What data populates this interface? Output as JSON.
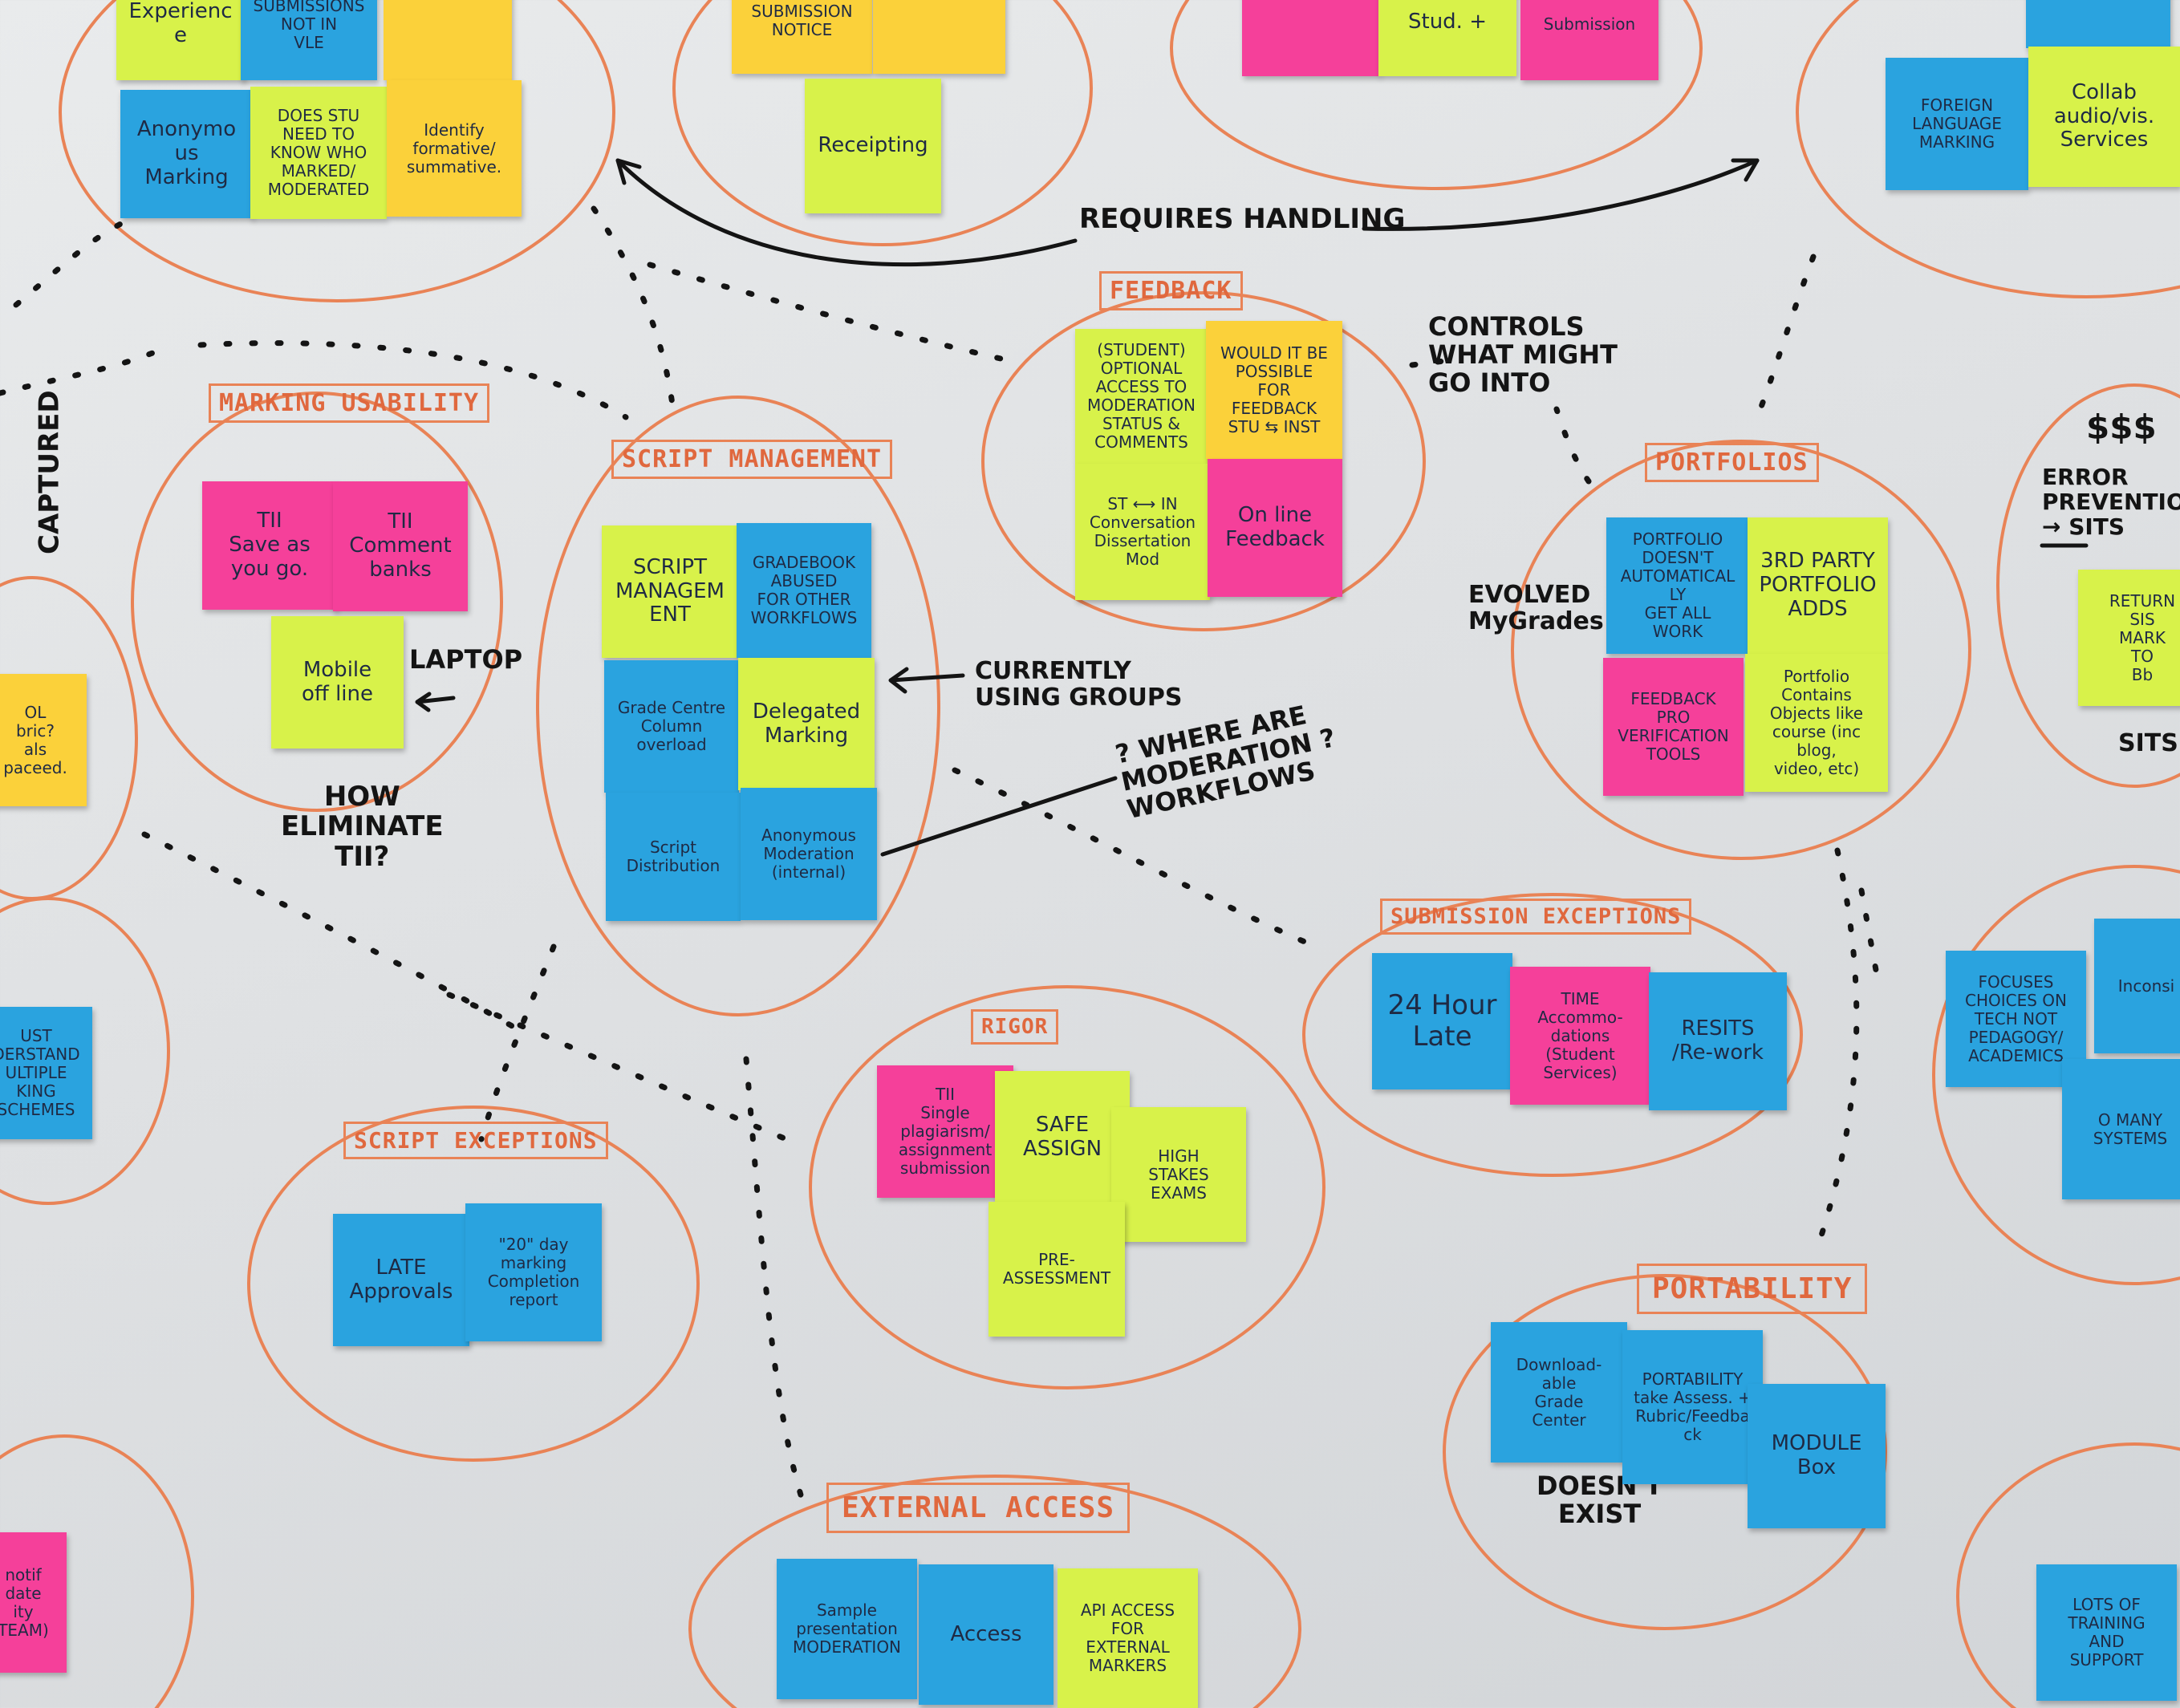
{
  "clusters": {
    "marking_usability": "MARKING USABILITY",
    "script_management": "SCRIPT MANAGEMENT",
    "feedback": "FEEDBACK",
    "portfolios": "PORTFOLIOS",
    "rigor": "RIGOR",
    "submission_exceptions": "SUBMISSION EXCEPTIONS",
    "script_exceptions": "SCRIPT EXCEPTIONS",
    "portability": "PORTABILITY",
    "external_access": "EXTERNAL ACCESS"
  },
  "annotations": {
    "requires_handling": "REQUIRES HANDLING",
    "controls": "CONTROLS\nWHAT MIGHT\nGO INTO",
    "captured": "CAPTURED",
    "currently_using_groups": "CURRENTLY\nUSING GROUPS",
    "where_moderation": "? WHERE ARE\nMODERATION ?\nWORKFLOWS",
    "how_eliminate": "HOW\nELIMINATE\nTII?",
    "laptop": "LAPTOP",
    "evolved_mygrades": "EVOLVED\nMyGrades",
    "doesnt_exist": "DOESN'T\nEXIST",
    "money": "$$$",
    "error_prevention": "ERROR\nPREVENTION\n→ SITS",
    "sits": "SITS"
  },
  "notes": {
    "experience": "Experience",
    "submissions_not_in_vle": "SUBMISSIONS\nNOT IN\nVLE",
    "anonymous_marking": "Anonymous\nMarking",
    "does_stu_need": "DOES STU\nNEED TO\nKNOW WHO\nMARKED/\nMODERATED",
    "identify_formative": "Identify\nformative/\nsummative.",
    "submission_notice": "SUBMISSION\nNOTICE",
    "receipting": "Receipting",
    "stud_plus": "Stud. +",
    "submission": "Submission",
    "foreign_language_marking": "FOREIGN\nLANGUAGE\nMARKING",
    "collab_services": "Collab\naudio/vis.\nServices",
    "tii_save": "TII\nSave as\nyou go.",
    "tii_comment": "TII\nComment\nbanks",
    "mobile_offline": "Mobile\noff line",
    "script_management_note": "SCRIPT\nMANAGEMENT",
    "gradebook_abused": "GRADEBOOK\nABUSED\nFOR OTHER\nWORKFLOWS",
    "grade_centre_overload": "Grade Centre\nColumn\noverload",
    "delegated_marking": "Delegated\nMarking",
    "script_distribution": "Script\nDistribution",
    "anonymous_moderation": "Anonymous\nModeration\n(internal)",
    "optional_access": "(STUDENT)\nOPTIONAL\nACCESS TO\nMODERATION\nSTATUS &\nCOMMENTS",
    "would_it_be_possible": "WOULD IT BE\nPOSSIBLE\nFOR FEEDBACK\nSTU ⇆ INST",
    "in_conversation": "ST ⟷ IN\nConversation\nDissertation\nMod",
    "online_feedback": "On line\nFeedback",
    "portfolio_doesnt": "PORTFOLIO\nDOESN'T\nAUTOMATICALLY\nGET ALL\nWORK",
    "third_party_portfolio": "3RD PARTY\nPORTFOLIO\nADDS",
    "feedback_pro": "FEEDBACK PRO\nVERIFICATION\nTOOLS",
    "portfolio_contains": "Portfolio\nContains\nObjects like\ncourse (inc blog,\nvideo, etc)",
    "tii_single": "TII\nSingle\nplagiarism/\nassignment\nsubmission",
    "safe_assign": "SAFE\nASSIGN",
    "high_stakes": "HIGH\nSTAKES\nEXAMS",
    "pre_assessment": "PRE-\nASSESSMENT",
    "late_24": "24 Hour\nLate",
    "time_accommodations": "TIME\nAccommo-\ndations\n(Student\nServices)",
    "resits": "RESITS\n/Re-work",
    "late_approvals": "LATE\nApprovals",
    "twenty_day": "\"20\" day\nmarking\nCompletion\nreport",
    "downloadable": "Download-\nable\nGrade\nCenter",
    "portability_note": "PORTABILITY\ntake Assess. +\nRubric/Feedback",
    "module_box": "MODULE\nBox",
    "sample_presentation": "Sample\npresentation\nMODERATION",
    "access": "Access",
    "api_access": "API ACCESS\nFOR EXTERNAL\nMARKERS",
    "rubric_left": "OL\nbric?\nals\npaceed.",
    "must_understand": "UST\nDERSTAND\nULTIPLE\nKING\nSCHEMES",
    "notif_date": "notif\ndate\nity\nTEAM)",
    "focuses_choices": "FOCUSES\nCHOICES ON\nTECH NOT\nPEDAGOGY/\nACADEMICS",
    "inconsistent": "Inconsi",
    "too_many_systems": "O MANY\nSYSTEMS",
    "lots_of_training": "LOTS OF\nTRAINING\nAND\nSUPPORT",
    "return_sis": "RETURN\nSIS\nMARK\nTO\nBb"
  },
  "colors": {
    "lime": "#d8f24a",
    "yellow": "#fbd13a",
    "pink": "#f5409a",
    "blue": "#2aa3df",
    "orange_marker": "#e98356",
    "black_marker": "#141414",
    "whiteboard": "#e3e5e7"
  }
}
